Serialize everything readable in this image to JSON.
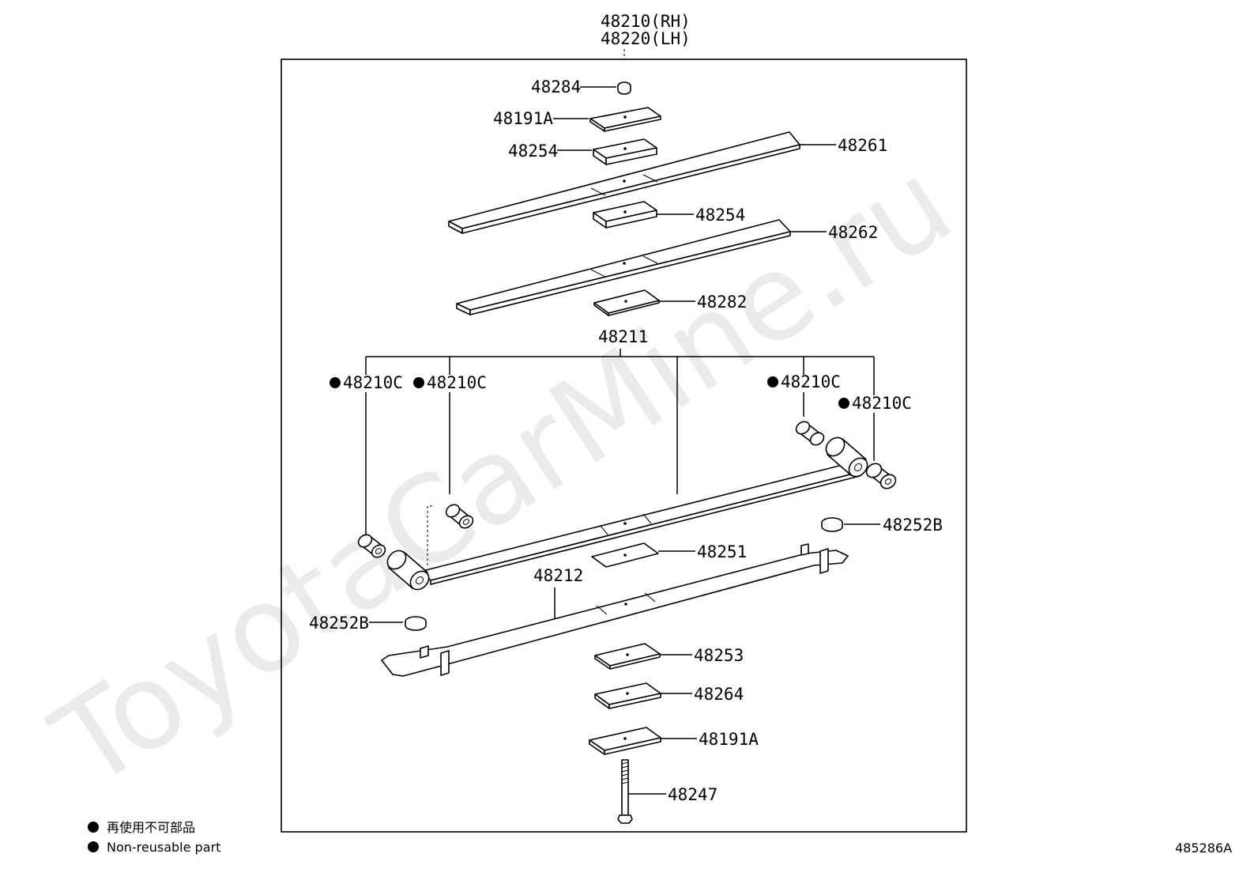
{
  "watermark": "ToyotaCarMine.ru",
  "assembly": {
    "line1": "48210(RH)",
    "line2": "48220(LH)"
  },
  "labels": {
    "p48284": "48284",
    "p48191a_top": "48191A",
    "p48254_top": "48254",
    "p48261": "48261",
    "p48254_mid": "48254",
    "p48262": "48262",
    "p48282": "48282",
    "p48211": "48211",
    "p48210c_1": "48210C",
    "p48210c_2": "48210C",
    "p48210c_3": "48210C",
    "p48210c_4": "48210C",
    "p48252b_right": "48252B",
    "p48251": "48251",
    "p48212": "48212",
    "p48252b_left": "48252B",
    "p48253": "48253",
    "p48264": "48264",
    "p48191a_bottom": "48191A",
    "p48247": "48247"
  },
  "legend": {
    "japanese": "再使用不可部品",
    "english": "Non-reusable part"
  },
  "diagram_code": "485286A"
}
